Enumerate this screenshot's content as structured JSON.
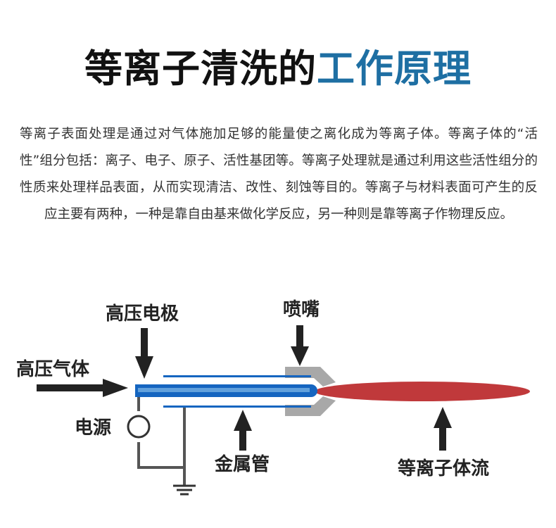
{
  "title": {
    "part1": "等离子清洗的",
    "part2": "工作原理"
  },
  "description": "等离子表面处理是通过对气体施加足够的能量使之离化成为等离子体。等离子体的“活性”组分包括：离子、电子、原子、活性基团等。等离子处理就是通过利用这些活性组分的性质来处理样品表面，从而实现清洁、改性、刻蚀等目的。等离子与材料表面可产生的反应主要有两种，一种是靠自由基来做化学反应，另一种则是靠等离子作物理反应。",
  "labels": {
    "electrode": "高压电极",
    "nozzle": "喷嘴",
    "gas": "高压气体",
    "power": "电源",
    "metal_tube": "金属管",
    "plasma_flow": "等离子体流"
  },
  "colors": {
    "title_dark": "#111111",
    "title_accent": "#1e6fa3",
    "electrode_blue": "#1565c0",
    "nozzle_gray": "#a8a8a8",
    "plasma_red": "#c0393b",
    "arrow": "#222222"
  }
}
